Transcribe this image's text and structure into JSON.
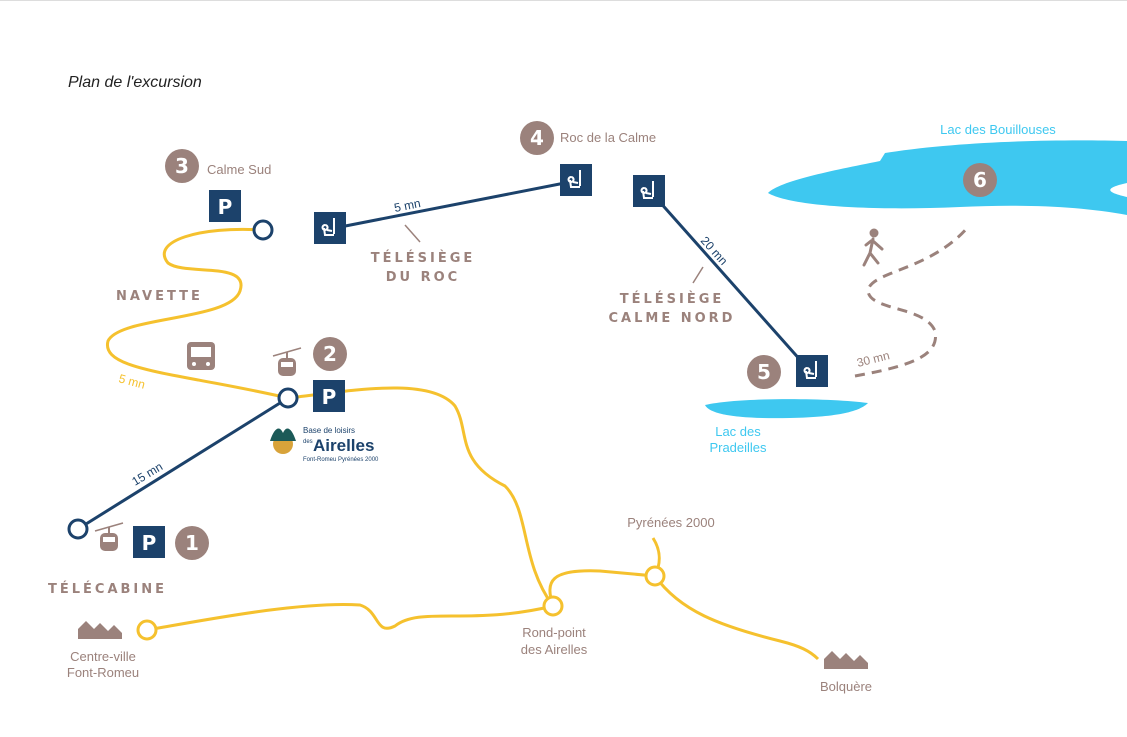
{
  "title": "Plan de l'excursion",
  "colors": {
    "navy": "#1c426b",
    "taupe": "#9b827c",
    "yellow": "#f5c12e",
    "lake": "#3ec8f0"
  },
  "stops": [
    {
      "num": "1",
      "label": ""
    },
    {
      "num": "2",
      "label": ""
    },
    {
      "num": "3",
      "label": "Calme Sud"
    },
    {
      "num": "4",
      "label": "Roc de la Calme"
    },
    {
      "num": "5",
      "label": ""
    },
    {
      "num": "6",
      "label": ""
    }
  ],
  "parking": "P",
  "lines": {
    "telecabine": "TÉLÉCABINE",
    "navette": "NAVETTE",
    "telesiege_roc_1": "TÉLÉSIÈGE",
    "telesiege_roc_2": "DU ROC",
    "telesiege_calme_1": "TÉLÉSIÈGE",
    "telesiege_calme_2": "CALME NORD"
  },
  "durations": {
    "telecabine": "15 mn",
    "navette": "5 mn",
    "roc": "5 mn",
    "calme_nord": "20 mn",
    "hike": "30 mn"
  },
  "lakes": {
    "bouillouses": "Lac des Bouillouses",
    "pradeilles_1": "Lac des",
    "pradeilles_2": "Pradeilles"
  },
  "places": {
    "centre_1": "Centre-ville",
    "centre_2": "Font-Romeu",
    "rondpoint_1": "Rond-point",
    "rondpoint_2": "des Airelles",
    "pyrenees": "Pyrénées 2000",
    "bolquere": "Bolquère"
  },
  "logo": {
    "line1": "Base de loisirs",
    "line2": "des",
    "line3": "Airelles",
    "line4": "Font-Romeu Pyrénées 2000"
  }
}
